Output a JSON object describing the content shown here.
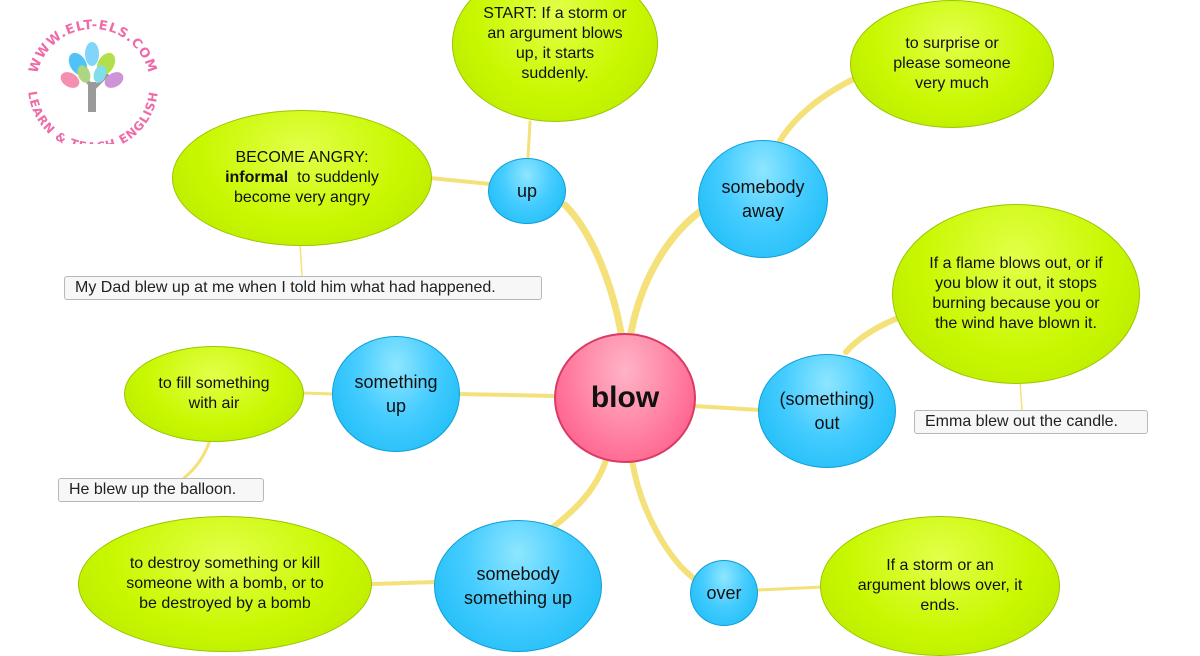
{
  "center": {
    "label": "blow"
  },
  "branches": {
    "up": "up",
    "away": "somebody away",
    "fill": "something up",
    "out": "(something) out",
    "destroy": "somebody something up",
    "over": "over"
  },
  "definitions": {
    "start": "START: If a storm or an argument blows up, it starts suddenly.",
    "angry_prefix": "BECOME ANGRY:",
    "angry_bold": "informal",
    "angry_rest": "to suddenly become very angry",
    "surprise": "to surprise or please someone very much",
    "flame": "If a flame blows out, or if you blow it out, it stops burning because you or the wind have blown it.",
    "fill": "to fill something with air",
    "destroy": "to destroy something or kill someone with a bomb, or to be destroyed by a bomb",
    "over": "If a storm or an argument blows over, it ends."
  },
  "examples": {
    "angry": "My Dad blew up at me when I told him what had happened.",
    "candle": "Emma blew out the candle.",
    "balloon": "He blew up the balloon."
  },
  "logo": {
    "top": "WWW.ELT-ELS.COM",
    "bottom": "LEARN & TEACH ENGLISH"
  },
  "colors": {
    "center": "#ff5c8a",
    "branch": "#33c4fb",
    "leaf": "#c4f500",
    "link": "#f5e17a"
  }
}
